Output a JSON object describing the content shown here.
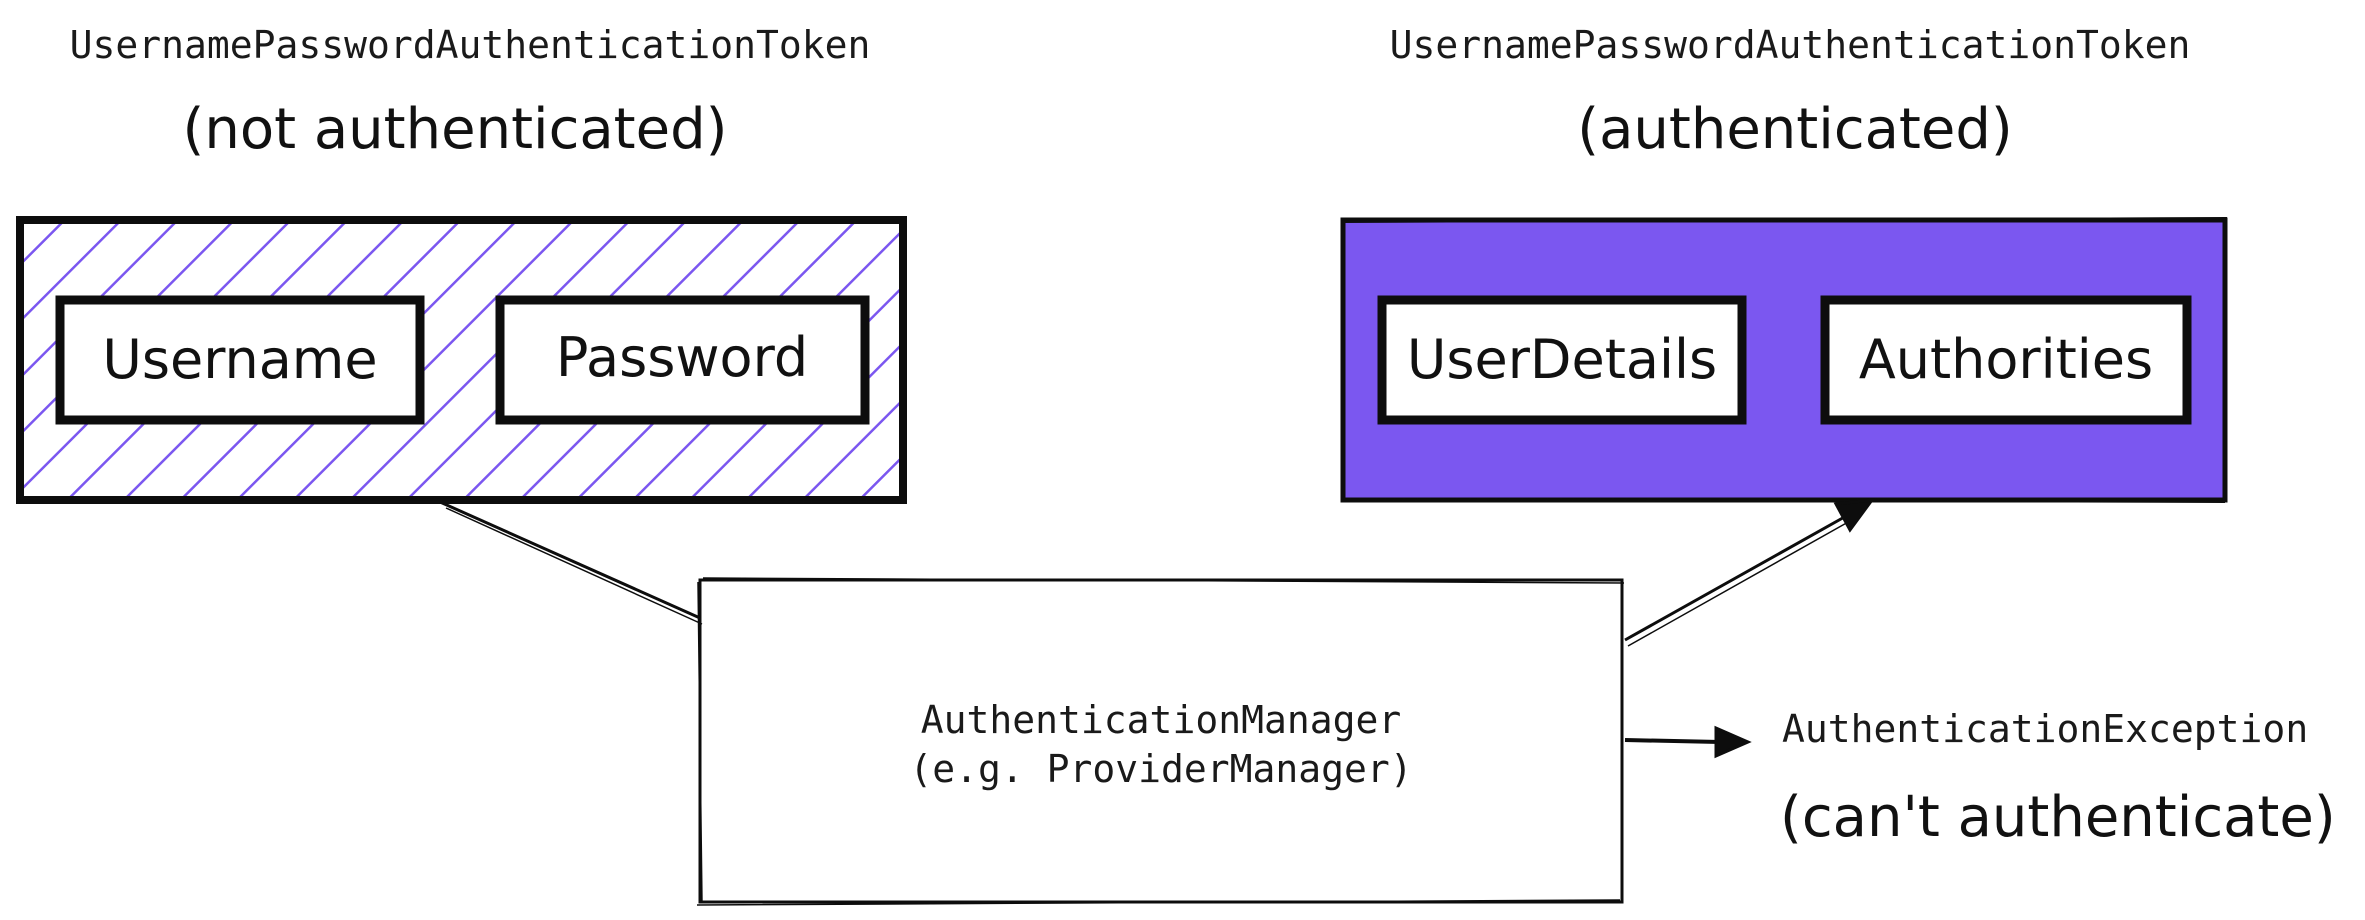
{
  "colors": {
    "accent": "#7b57f0",
    "stroke": "#0d0d0d",
    "background": "#ffffff"
  },
  "left_token": {
    "title": "UsernamePasswordAuthenticationToken",
    "state": "(not authenticated)",
    "fields": [
      "Username",
      "Password"
    ]
  },
  "right_token": {
    "title": "UsernamePasswordAuthenticationToken",
    "state": "(authenticated)",
    "fields": [
      "UserDetails",
      "Authorities"
    ]
  },
  "manager": {
    "line1": "AuthenticationManager",
    "line2": "(e.g. ProviderManager)"
  },
  "exception": {
    "title": "AuthenticationException",
    "state": "(can't authenticate)"
  }
}
